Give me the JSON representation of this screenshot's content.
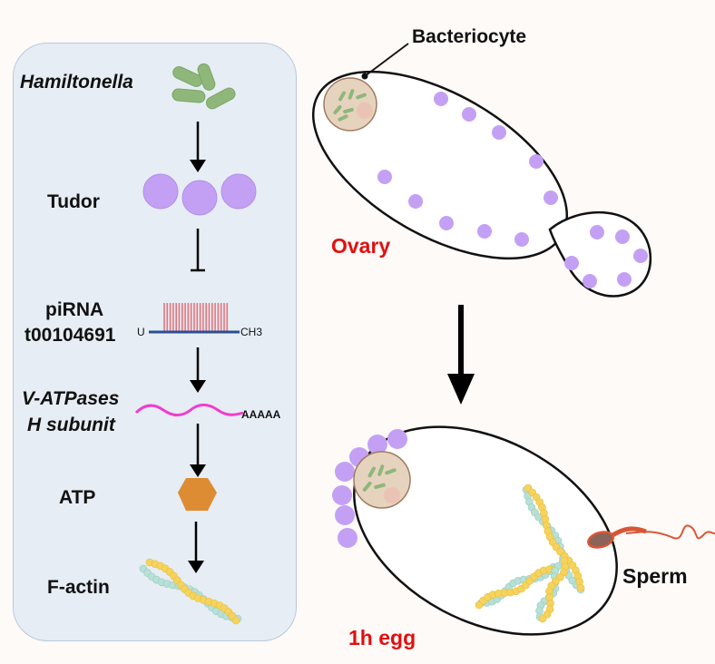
{
  "pathway": {
    "steps": [
      {
        "label": "Hamiltonella",
        "italic": true,
        "icon": "bacteria-icon"
      },
      {
        "label": "Tudor",
        "italic": false,
        "icon": "tudor-protein-icon"
      },
      {
        "label": "piRNA",
        "label2": "t00104691",
        "italic": false,
        "icon": "pirna-icon"
      },
      {
        "label": "V-ATPases",
        "label2": "H subunit",
        "italic": true,
        "icon": "mrna-icon"
      },
      {
        "label": "ATP",
        "italic": false,
        "icon": "hexagon-icon"
      },
      {
        "label": "F-actin",
        "italic": false,
        "icon": "actin-filament-icon"
      }
    ],
    "connectors": [
      "activates",
      "inhibits",
      "activates",
      "activates",
      "activates"
    ],
    "pirna_5prime": "U",
    "pirna_3prime": "CH3",
    "mrna_tail": "AAAAA"
  },
  "ovary": {
    "label": "Ovary",
    "callout": "Bacteriocyte"
  },
  "egg": {
    "label": "1h egg",
    "sperm_label": "Sperm"
  },
  "colors": {
    "panel_bg": "#e6edf4",
    "tudor_purple": "#c4a0f5",
    "bacteria_green": "#8fb77a",
    "pirna_red": "#e8737c",
    "pirna_blue": "#2a4f8f",
    "mrna_pink": "#f03cd0",
    "atp_orange": "#de8c33",
    "actin_yellow": "#f6d35c",
    "actin_teal": "#b7e0d6",
    "stage_red": "#e01010",
    "sperm_red": "#d95535"
  }
}
